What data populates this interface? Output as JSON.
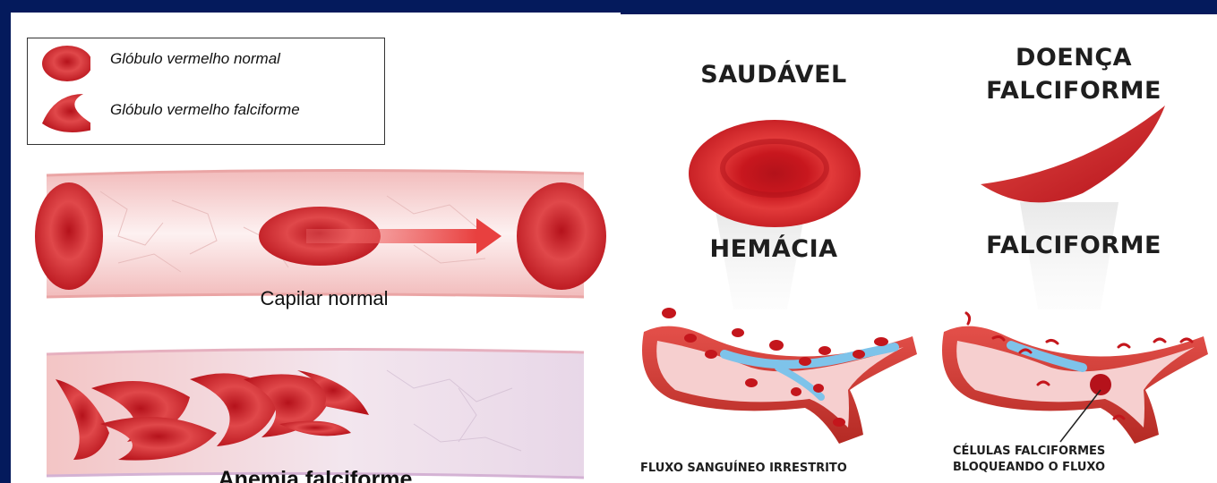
{
  "legend": {
    "normal_cell": "Glóbulo vermelho normal",
    "sickle_cell": "Glóbulo vermelho falciforme"
  },
  "left": {
    "normal_capillary_label": "Capilar normal",
    "sickle_capillary_label": "Anemia falciforme"
  },
  "right": {
    "healthy_title": "SAUDÁVEL",
    "disease_title_line1": "DOENÇA",
    "disease_title_line2": "FALCIFORME",
    "hemacia_label": "HEMÁCIA",
    "falciforme_label": "FALCIFORME",
    "unrestricted_flow_caption": "FLUXO SANGUÍNEO IRRESTRITO",
    "blocking_caption_line1": "CÉLULAS FALCIFORMES",
    "blocking_caption_line2": "BLOQUEANDO O FLUXO"
  },
  "colors": {
    "background": "#041a5c",
    "cell_red": "#c4161c",
    "vessel_pink": "#f6d3d3",
    "flow_blue": "#7ec3ea"
  }
}
